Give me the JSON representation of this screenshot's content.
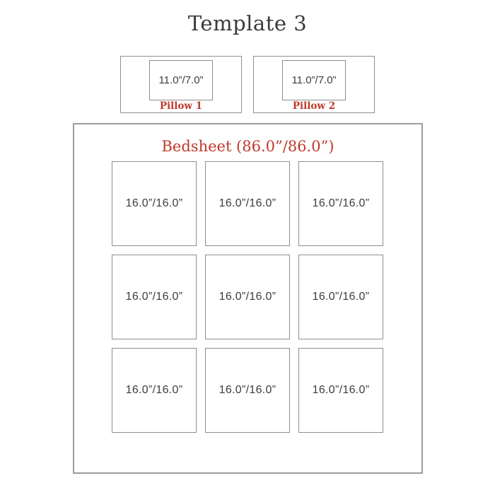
{
  "page": {
    "title": "Template 3"
  },
  "colors": {
    "accent_red": "#c0392b",
    "border_gray": "#9c9c9c",
    "text_dark": "#3d3d3d",
    "background": "#ffffff"
  },
  "pillows": [
    {
      "label": "Pillow 1",
      "size": "11.0”/7.0”"
    },
    {
      "label": "Pillow 2",
      "size": "11.0”/7.0”"
    }
  ],
  "bedsheet": {
    "label": "Bedsheet (86.0”/86.0”)",
    "cells": [
      {
        "size": "16.0”/16.0”"
      },
      {
        "size": "16.0”/16.0”"
      },
      {
        "size": "16.0”/16.0”"
      },
      {
        "size": "16.0”/16.0”"
      },
      {
        "size": "16.0”/16.0”"
      },
      {
        "size": "16.0”/16.0”"
      },
      {
        "size": "16.0”/16.0”"
      },
      {
        "size": "16.0”/16.0”"
      },
      {
        "size": "16.0”/16.0”"
      }
    ]
  }
}
